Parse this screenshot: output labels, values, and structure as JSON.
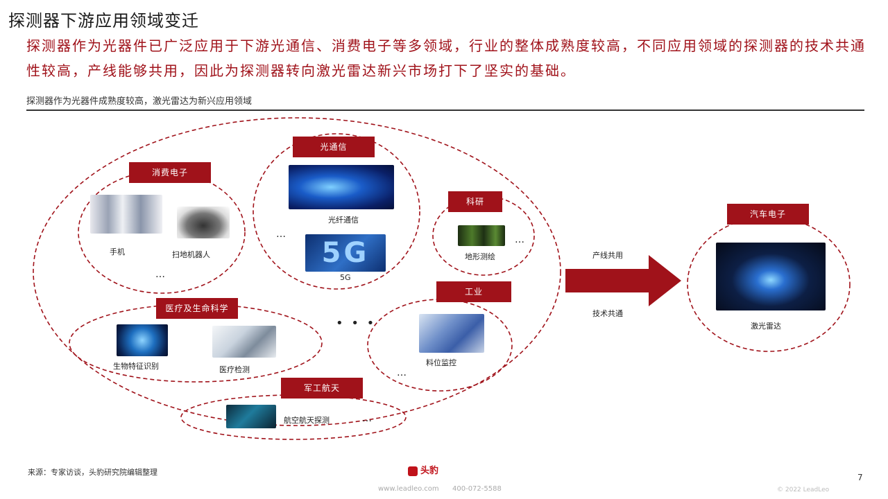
{
  "title": "探测器下游应用领域变迁",
  "intro": "探测器作为光器件已广泛应用于下游光通信、消费电子等多领域，行业的整体成熟度较高，不同应用领域的探测器的技术共通性较高，产线能够共用，因此为探测器转向激光雷达新兴市场打下了坚实的基础。",
  "subtitle": "探测器作为光器件成熟度较高，激光雷达为新兴应用领域",
  "groups": {
    "consumer": {
      "tag": "消费电子",
      "items": [
        "手机",
        "扫地机器人"
      ],
      "more": "…"
    },
    "optical": {
      "tag": "光通信",
      "items": [
        "光纤通信",
        "5G"
      ],
      "more": "…",
      "glyph": "5G"
    },
    "mapping": {
      "tag": "科研",
      "items": [
        "地形测绘"
      ],
      "more": "…"
    },
    "medical": {
      "tag": "医疗及生命科学",
      "items": [
        "生物特征识别",
        "医疗检测"
      ]
    },
    "industry": {
      "tag": "工业",
      "items": [
        "料位监控"
      ],
      "more": "…"
    },
    "military": {
      "tag": "军工航天",
      "items": [
        "航空航天探测"
      ],
      "more": "…"
    },
    "center_more": "• • •",
    "auto": {
      "tag": "汽车电子",
      "items": [
        "激光雷达"
      ]
    }
  },
  "arrow": {
    "top_label": "产线共用",
    "bottom_label": "技术共通"
  },
  "source": "来源：专家访谈，头豹研究院编辑整理",
  "logo": "头豹",
  "footer": {
    "url": "www.leadleo.com",
    "tel": "400-072-5588"
  },
  "copyright": "© 2022 LeadLeo",
  "page_number": "7",
  "colors": {
    "accent": "#a0121a"
  }
}
